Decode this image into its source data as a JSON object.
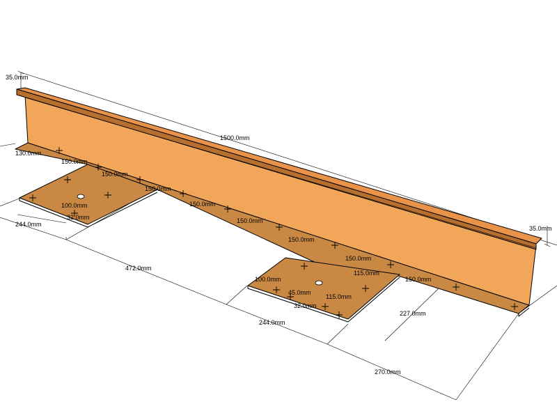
{
  "colors": {
    "background": "#ffffff",
    "upright_face": "#f2a65a",
    "plate_face": "#c98944",
    "top_flange": "#e8924a",
    "flange_edge": "#b66f2f",
    "hole": "#ffffff",
    "line": "#000000"
  },
  "dimensions": {
    "flange_height": "35.0mm",
    "length": "1500.0mm",
    "right_flange_height": "35.0mm",
    "base_depth": "130.0mm",
    "pitch_1": "150.0mm",
    "pitch_2": "150.0mm",
    "pitch_3": "150.0mm",
    "pitch_4": "150.0mm",
    "pitch_5": "150.0mm",
    "pitch_6": "150.0mm",
    "pitch_7": "150.0mm",
    "pitch_8": "150.0mm",
    "left_hole_offset": "100.0mm",
    "left_hole_dia": "32.0mm",
    "left_plate_width": "244.0mm",
    "plate_gap": "472.0mm",
    "right_hole_offset": "100.0mm",
    "right_hole_edge": "45.0mm",
    "right_hole_dia": "32.0mm",
    "right_hole_spacing": "115.0mm",
    "right_hole_spacing_2": "115.0mm",
    "right_plate_width": "244.0mm",
    "right_notch": "227.0mm",
    "right_end": "270.0mm"
  }
}
